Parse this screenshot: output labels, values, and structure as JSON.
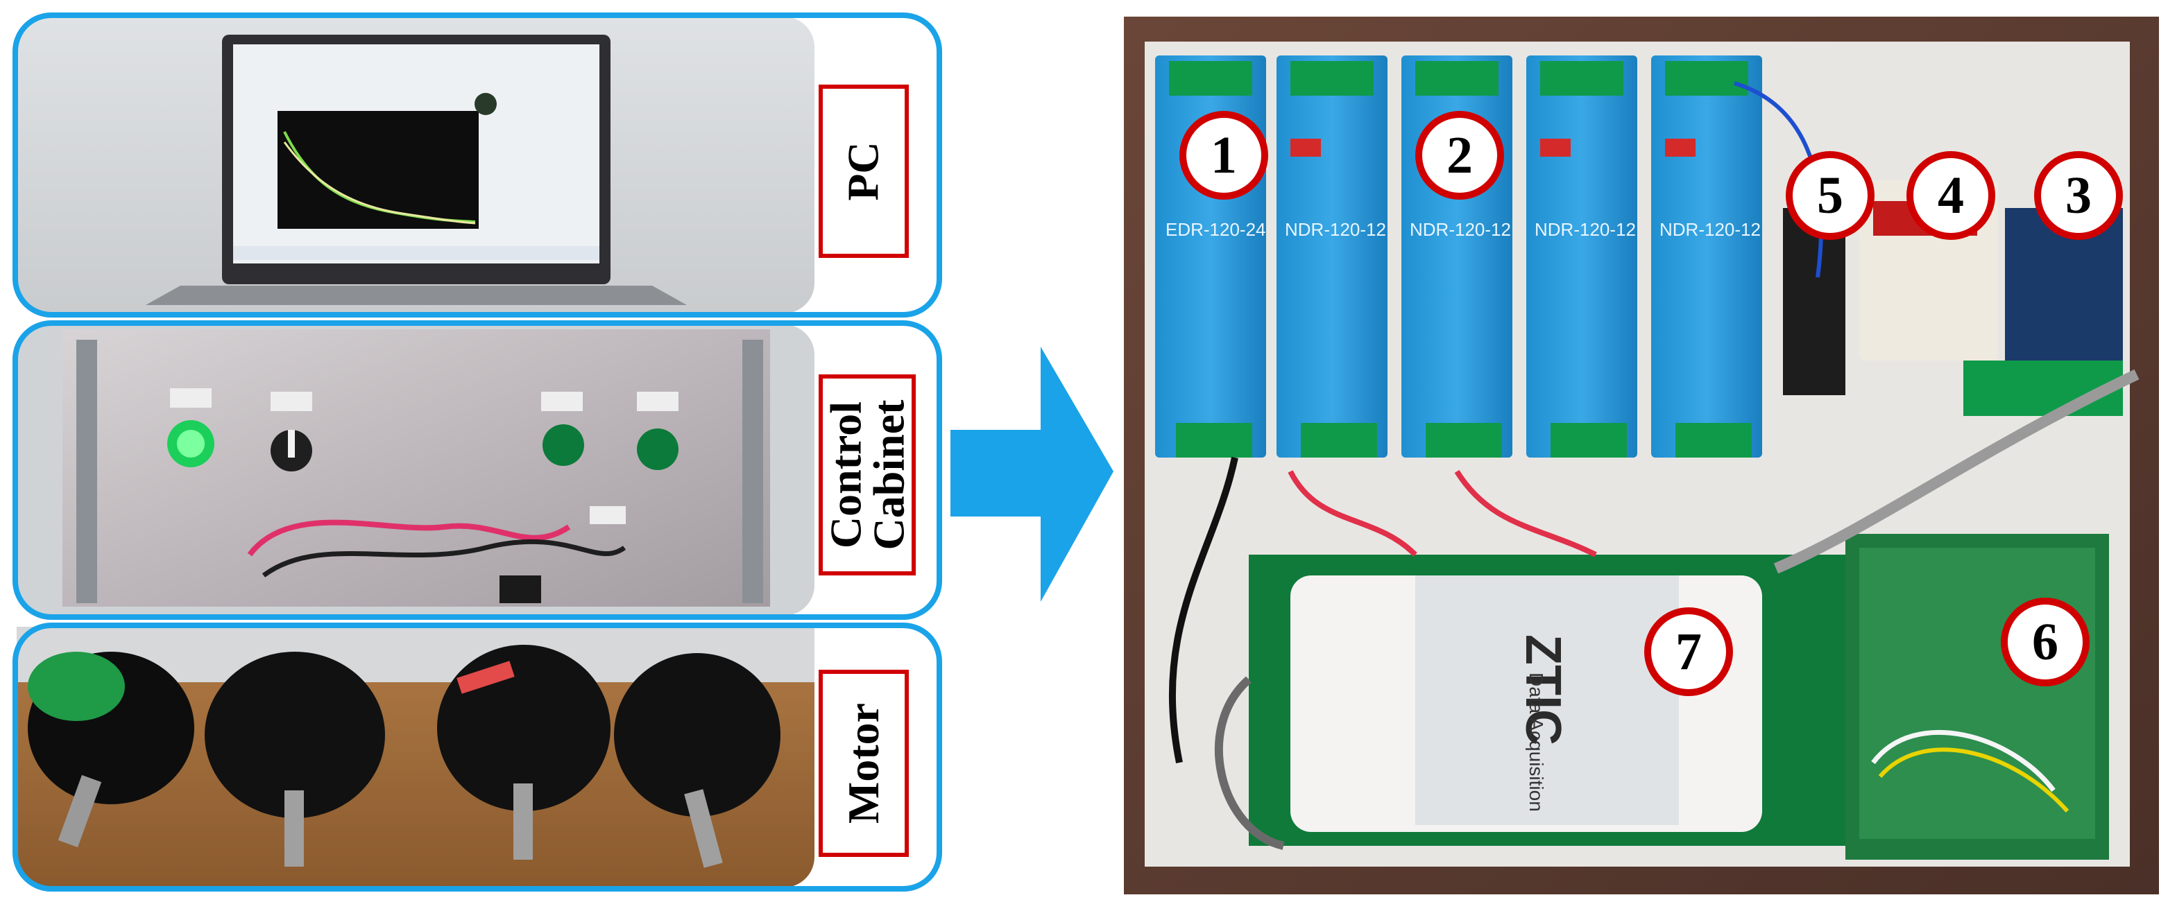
{
  "left_panel": {
    "sections": [
      {
        "id": "pc",
        "label": "PC"
      },
      {
        "id": "control-cabinet",
        "label_lines": [
          "Control",
          "Cabinet"
        ]
      },
      {
        "id": "motor",
        "label": "Motor"
      }
    ]
  },
  "right_panel": {
    "markers": [
      "1",
      "2",
      "3",
      "4",
      "5",
      "6",
      "7"
    ],
    "daq_logo": "ZTIC",
    "daq_subtitle": "Data  Acquisition",
    "psu_models": [
      "EDR-120-24",
      "NDR-120-12",
      "NDR-120-12",
      "NDR-120-12",
      "NDR-120-12"
    ]
  },
  "colors": {
    "frame": "#1aa3e8",
    "label_border": "#d00000",
    "arrow": "#1aa3e8",
    "marker_border": "#d00000"
  }
}
